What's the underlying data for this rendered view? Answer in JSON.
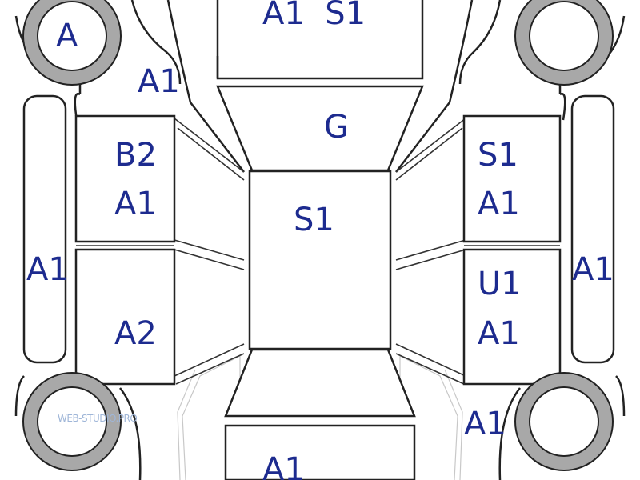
{
  "labels": {
    "wheel_front_left": "A",
    "front_hood": "A1  S1",
    "front_left_fender": "A1",
    "windshield": "G",
    "left_front_door_1": "B2",
    "left_front_door_2": "A1",
    "roof": "S1",
    "right_front_door_1": "S1",
    "right_front_door_2": "A1",
    "left_sill": "A1",
    "right_sill": "A1",
    "left_rear_door": "A2",
    "right_rear_door_1": "U1",
    "right_rear_door_2": "A1",
    "right_rear_fender": "A1",
    "trunk": "A1"
  },
  "watermark": "WEB-STUDIO.PRO",
  "colors": {
    "label": "#1d2b8f",
    "wheel": "#a8a8a8",
    "outline": "#222222"
  }
}
